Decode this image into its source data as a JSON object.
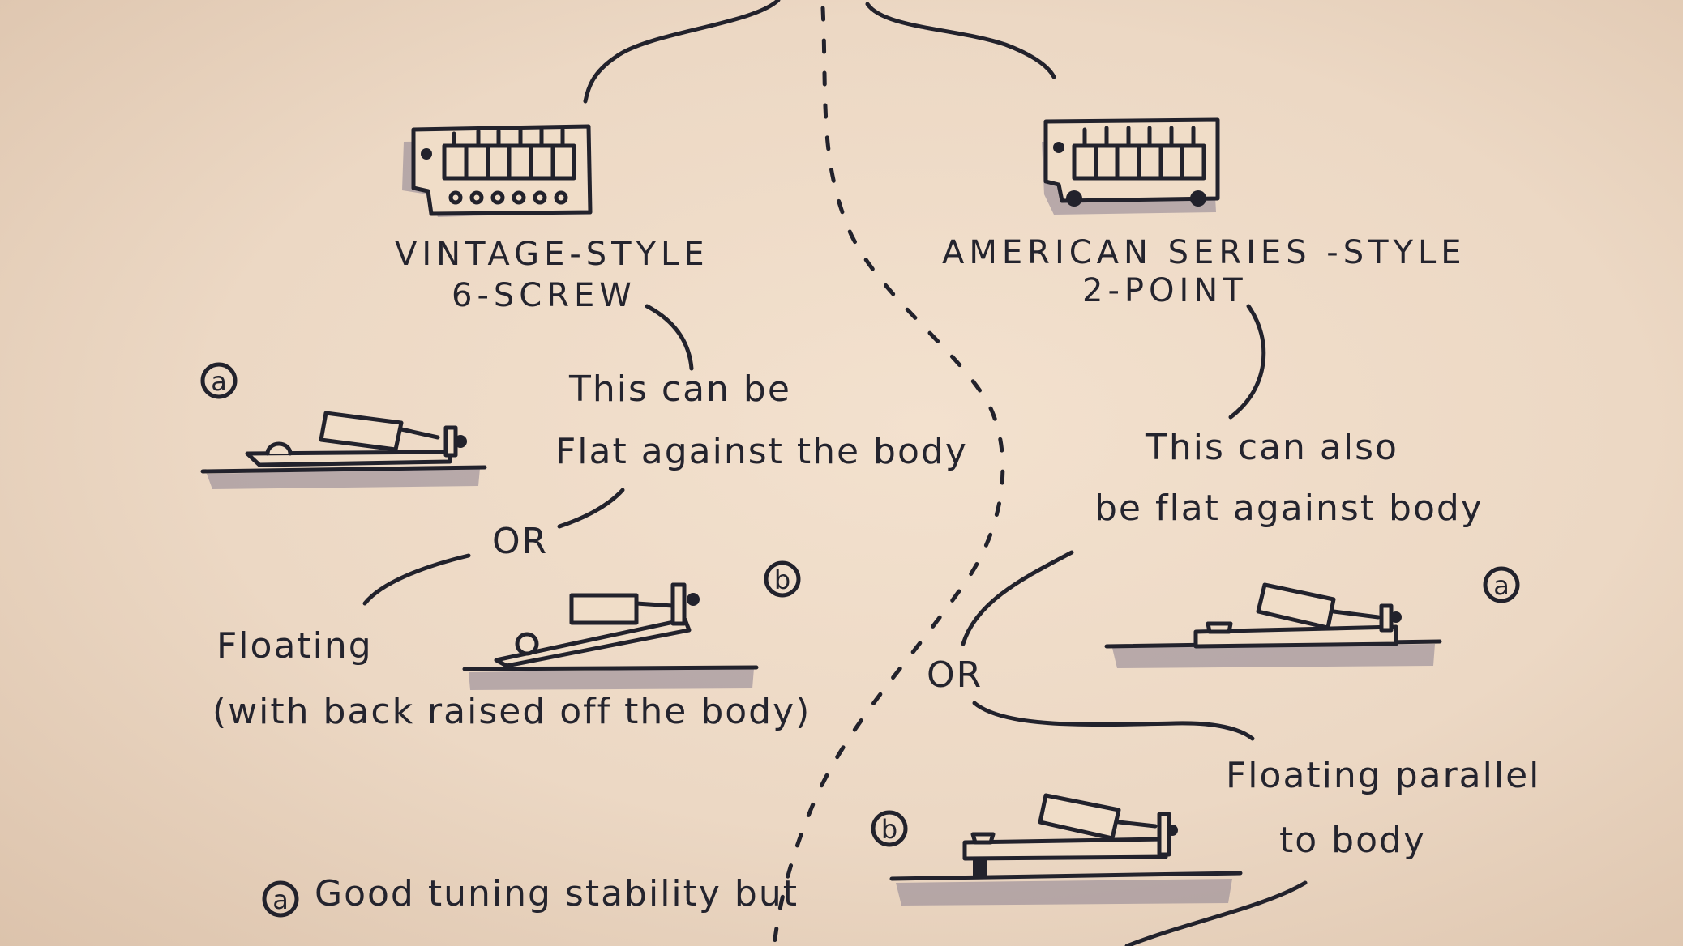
{
  "left": {
    "title_line1": "VINTAGE-STYLE",
    "title_line2": "6-SCREW",
    "note_flat_line1": "This can be",
    "note_flat_line2": "Flat against the body",
    "or": "OR",
    "floating_line1": "Floating",
    "floating_line2": "(with back raised off the body)",
    "badge_a": "a",
    "badge_b": "b",
    "bottom_badge": "a",
    "bottom_text": "Good tuning stability but"
  },
  "right": {
    "title_line1": "AMERICAN SERIES -STYLE",
    "title_line2": "2-POINT",
    "note_flat_line1": "This can also",
    "note_flat_line2": "be flat against body",
    "or": "OR",
    "floating_line1": "Floating parallel",
    "floating_line2": "to body",
    "badge_a": "a",
    "badge_b": "b"
  },
  "colors": {
    "paper": "#eedbc7",
    "ink": "#22222c",
    "shadow": "#8a7f8f"
  }
}
